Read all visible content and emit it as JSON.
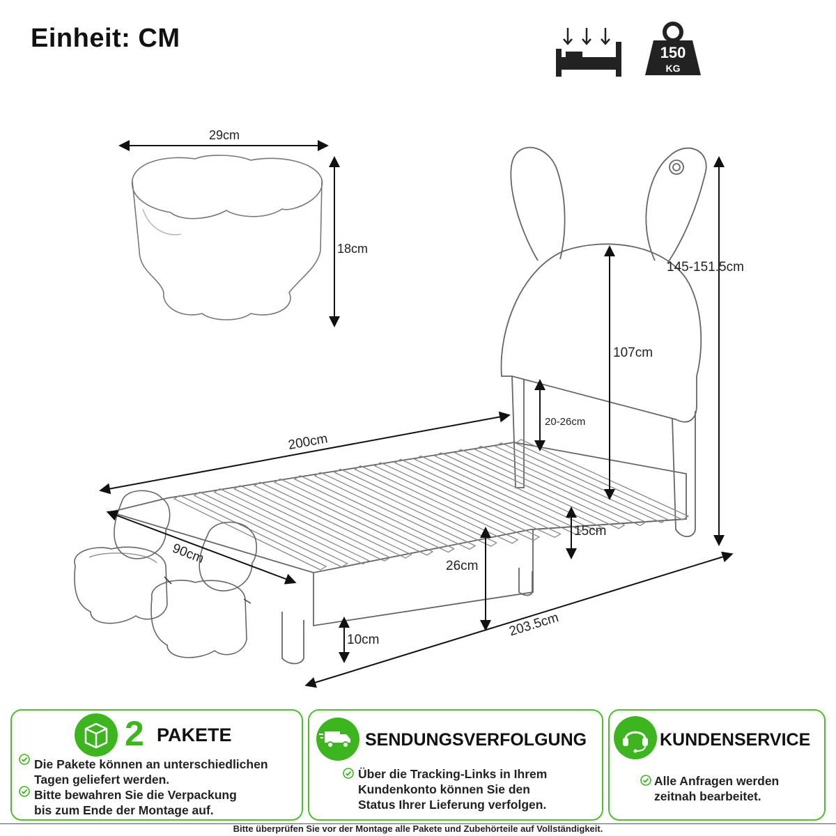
{
  "header": {
    "unit_title": "Einheit: CM",
    "weight_value": "150",
    "weight_unit": "KG"
  },
  "dimensions": {
    "stool_width": "29cm",
    "stool_height": "18cm",
    "headboard_total_height": "145-151.5cm",
    "headboard_height": "107cm",
    "headboard_gap": "20-26cm",
    "bed_length": "200cm",
    "frame_height": "15cm",
    "total_height_side": "26cm",
    "stool_to_bed": "90cm",
    "leg_height": "10cm",
    "total_length": "203.5cm"
  },
  "panels": {
    "packages": {
      "number": "2",
      "title": "PAKETE",
      "bullets": [
        [
          "Die Pakete können an unterschiedlichen",
          "Tagen geliefert werden."
        ],
        [
          "Bitte bewahren Sie die Verpackung",
          "bis zum Ende der Montage auf."
        ]
      ]
    },
    "tracking": {
      "title": "SENDUNGSVERFOLGUNG",
      "bullets": [
        [
          "Über die Tracking-Links in Ihrem",
          "Kundenkonto können Sie den",
          "Status Ihrer Lieferung verfolgen."
        ]
      ]
    },
    "service": {
      "title": "KUNDENSERVICE",
      "bullets": [
        [
          "Alle Anfragen werden",
          "zeitnah bearbeitet."
        ]
      ]
    }
  },
  "footer": {
    "note": "Bitte überprüfen Sie vor der Montage alle Pakete und Zubehörteile auf Vollständigkeit."
  },
  "icons": {
    "accent_color": "#3db51f",
    "border_color": "#4bbf2a"
  }
}
